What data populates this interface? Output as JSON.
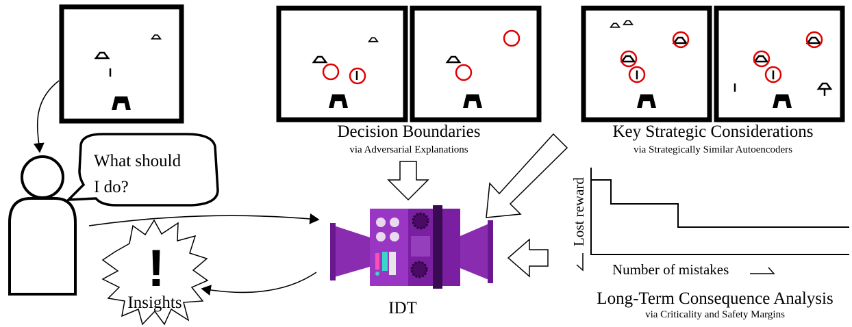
{
  "speech_bubble": {
    "line1": "What should",
    "line2": "I do?"
  },
  "insights_label": "Insights",
  "exclamation": "!",
  "idt_label": "IDT",
  "decision_boundaries": {
    "title": "Decision Boundaries",
    "subtitle": "via Adversarial Explanations"
  },
  "key_strategic": {
    "title": "Key Strategic Considerations",
    "subtitle": "via Strategically Similar Autoencoders"
  },
  "long_term": {
    "title": "Long-Term Consequence Analysis",
    "subtitle": "via Criticality and Safety Margins"
  },
  "chart": {
    "ylabel": "Lost reward",
    "xlabel": "Number of mistakes"
  },
  "colors": {
    "highlight": "#e00000",
    "machine_purple": "#7a1fa2",
    "machine_dark": "#4b0a66"
  }
}
